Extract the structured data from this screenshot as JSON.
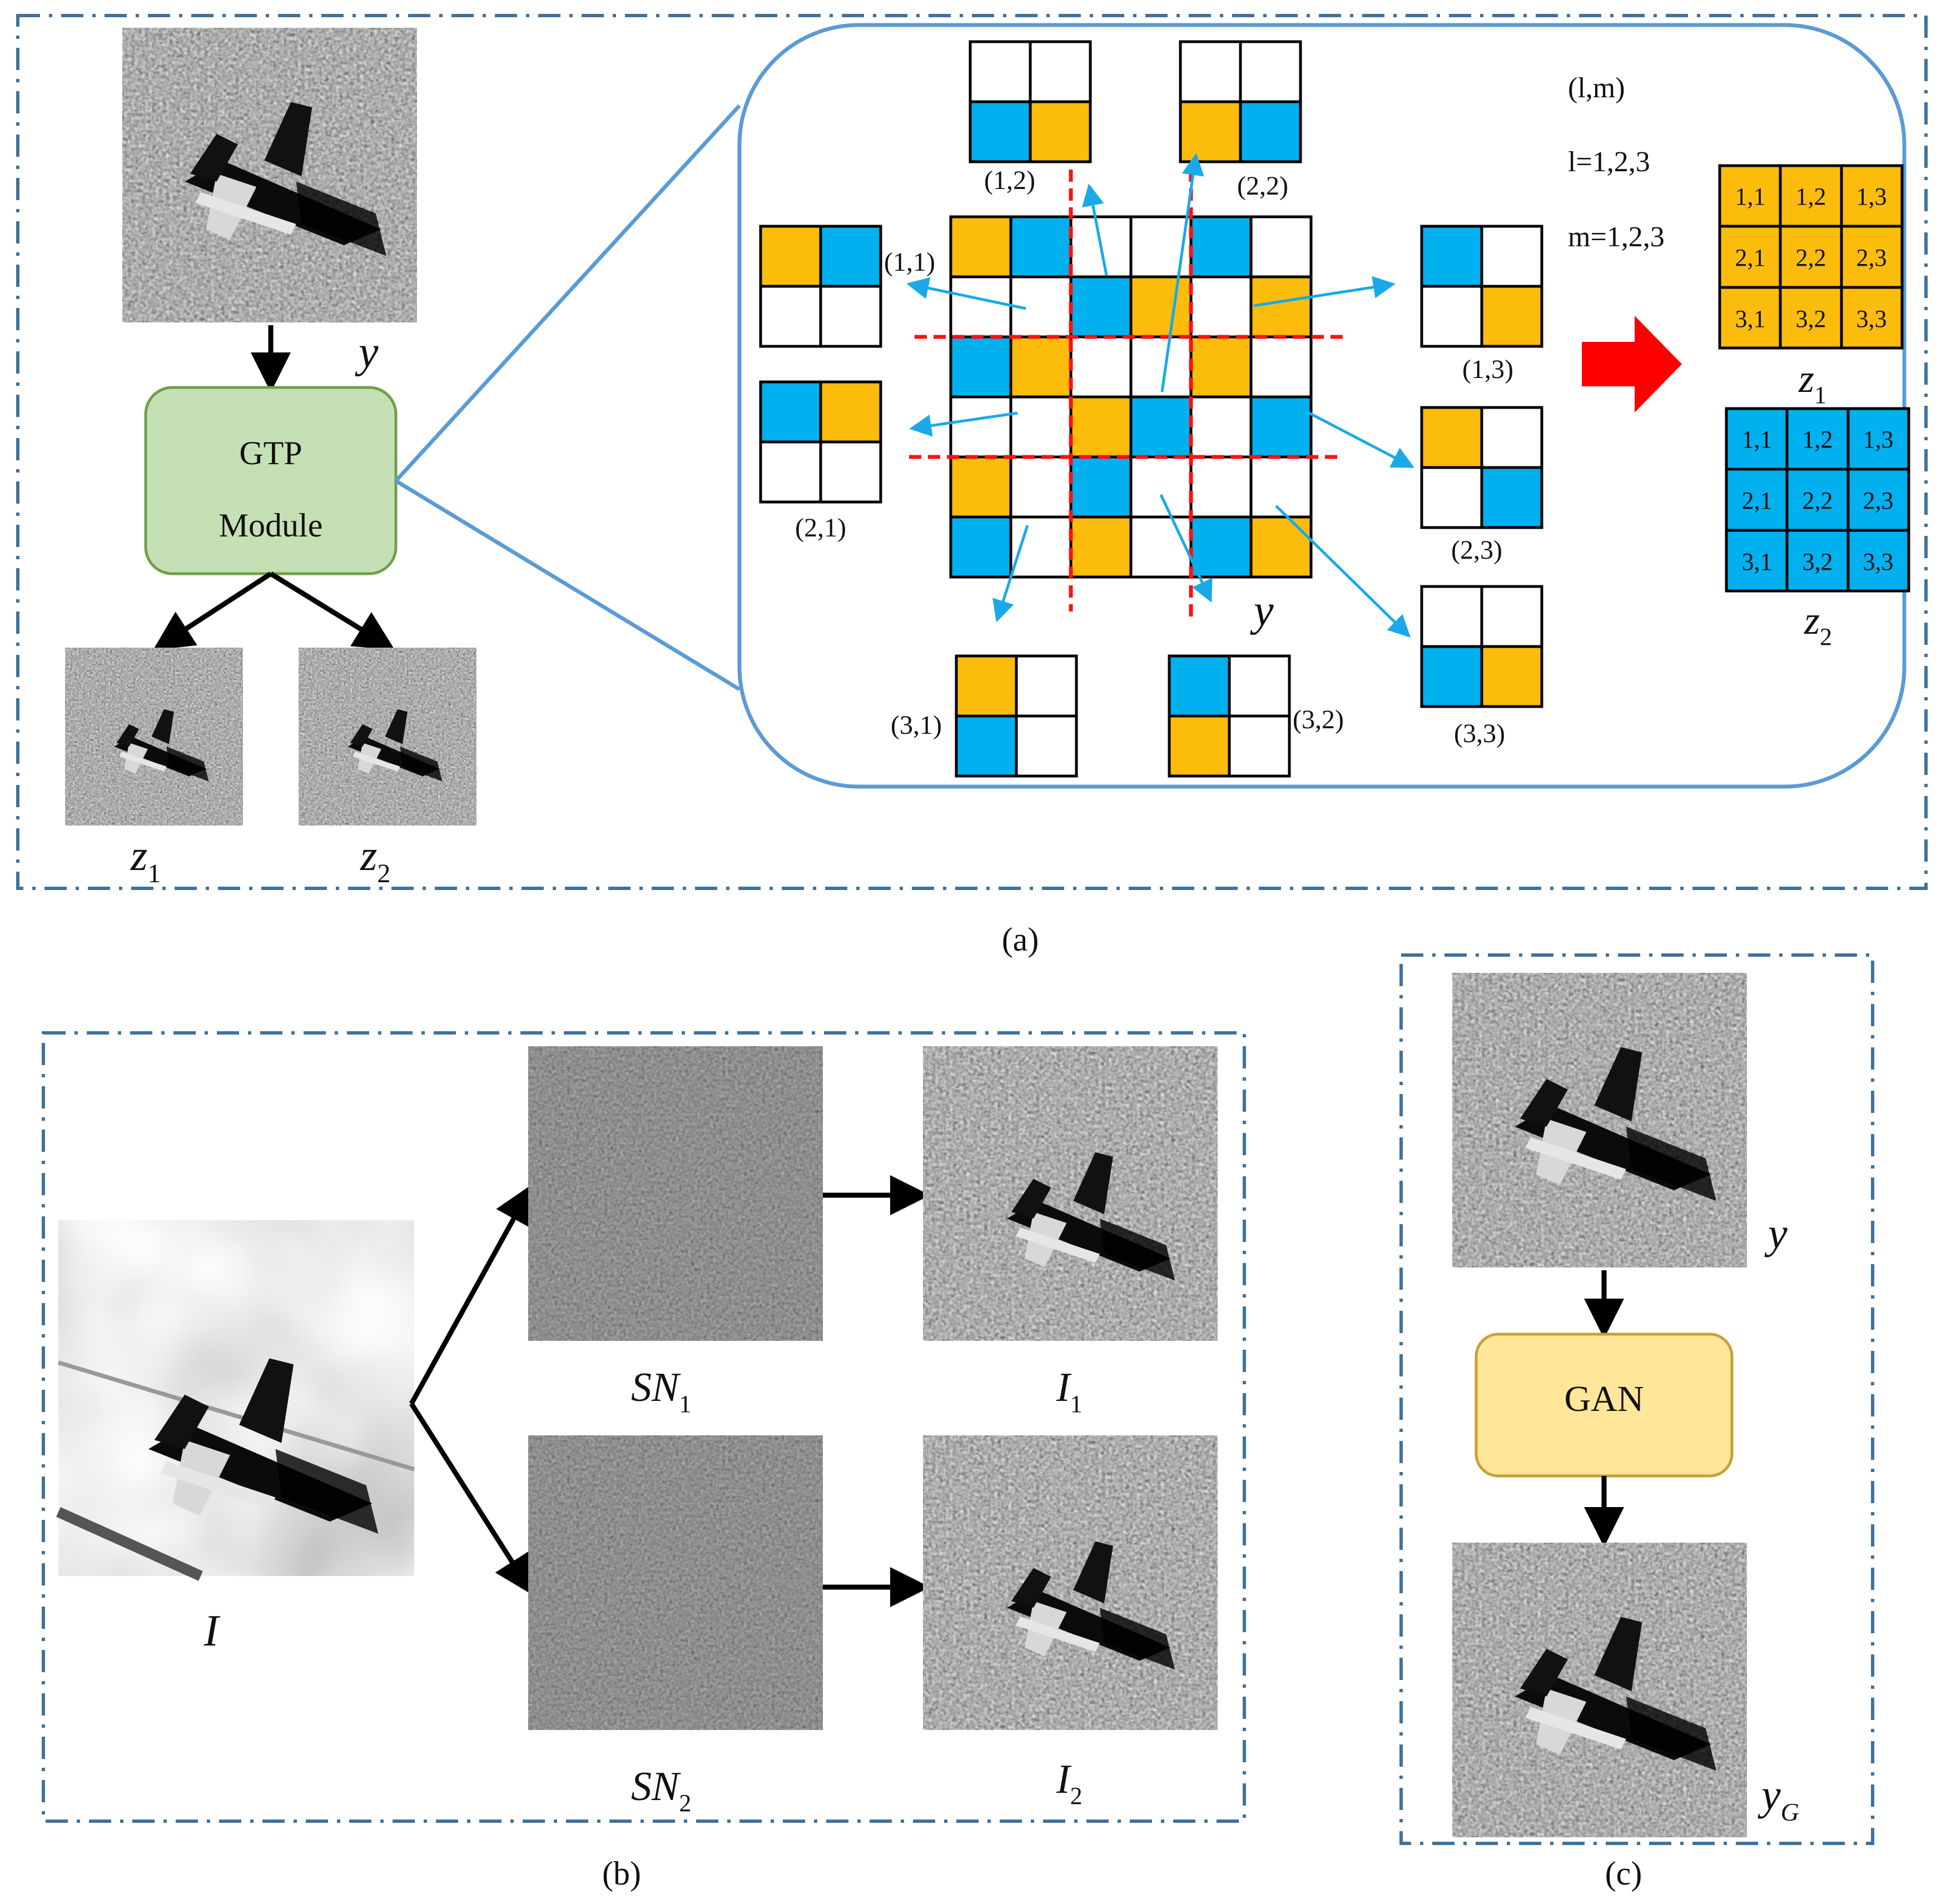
{
  "colors": {
    "frame": "#41719c",
    "callout": "#5b9bd5",
    "orange": "#fbbc0c",
    "blue": "#00b0ef",
    "red_dashed": "#ff1010",
    "red_arrow": "#ff0000",
    "gtp_fill": "#c5e0b4",
    "gtp_stroke": "#70a048",
    "gan_fill": "#ffe699",
    "gan_stroke": "#c8a032",
    "cyan_arrow": "#1aa9e8"
  },
  "panel_a": {
    "caption": "(a)",
    "input_label": "y",
    "module_line1": "GTP",
    "module_line2": "Module",
    "out1": {
      "base": "z",
      "sub": "1"
    },
    "out2": {
      "base": "z",
      "sub": "2"
    },
    "grid_label": "y",
    "sub_labels": {
      "l1m1": "(1,1)",
      "l1m2": "(1,2)",
      "l2m2": "(2,2)",
      "l1m3": "(1,3)",
      "l2m1": "(2,1)",
      "l2m3": "(2,3)",
      "l3m1": "(3,1)",
      "l3m2": "(3,2)",
      "l3m3": "(3,3)"
    },
    "index_note": [
      "(l,m)",
      "l=1,2,3",
      "m=1,2,3"
    ],
    "z_grid_cells": [
      "1,1",
      "1,2",
      "1,3",
      "2,1",
      "2,2",
      "2,3",
      "3,1",
      "3,2",
      "3,3"
    ],
    "z1_label": {
      "base": "z",
      "sub": "1"
    },
    "z2_label": {
      "base": "z",
      "sub": "2"
    }
  },
  "panel_b": {
    "caption": "(b)",
    "input_label": "I",
    "sn1": {
      "base": "SN",
      "sub": "1"
    },
    "sn2": {
      "base": "SN",
      "sub": "2"
    },
    "i1": {
      "base": "I",
      "sub": "1"
    },
    "i2": {
      "base": "I",
      "sub": "2"
    }
  },
  "panel_c": {
    "caption": "(c)",
    "input_label": "y",
    "module": "GAN",
    "output": {
      "base": "y",
      "sub": "G"
    }
  }
}
